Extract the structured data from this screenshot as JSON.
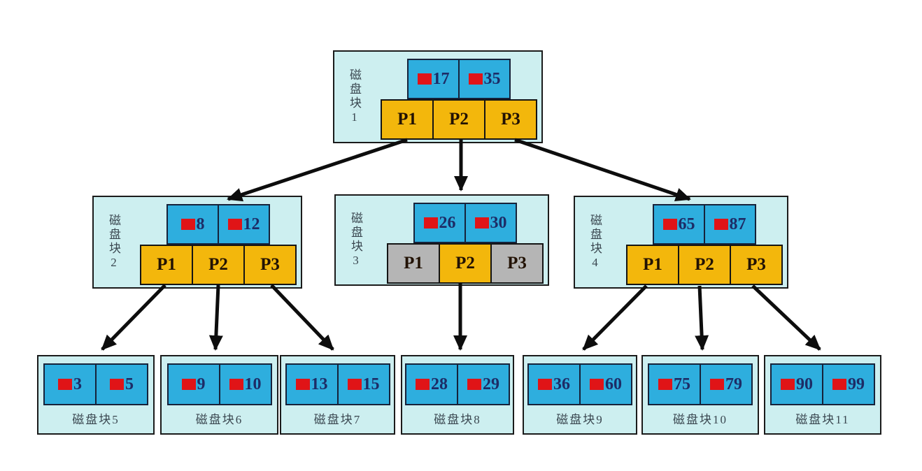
{
  "palette": {
    "node_background": "#cdeff0",
    "key_cell": "#2eaede",
    "pointer_active": "#f3b70c",
    "pointer_inactive": "#b5b5b5",
    "record_icon": "#e01417",
    "key_text": "#1d2c66",
    "arrow": "#0d0d0d"
  },
  "internal_nodes": [
    {
      "name": "磁盘块1",
      "keys": [
        "17",
        "35"
      ],
      "pointers": [
        {
          "label": "P1",
          "variant": "active"
        },
        {
          "label": "P2",
          "variant": "active"
        },
        {
          "label": "P3",
          "variant": "active"
        }
      ]
    },
    {
      "name": "磁盘块2",
      "keys": [
        "8",
        "12"
      ],
      "pointers": [
        {
          "label": "P1",
          "variant": "active"
        },
        {
          "label": "P2",
          "variant": "active"
        },
        {
          "label": "P3",
          "variant": "active"
        }
      ]
    },
    {
      "name": "磁盘块3",
      "keys": [
        "26",
        "30"
      ],
      "pointers": [
        {
          "label": "P1",
          "variant": "inactive"
        },
        {
          "label": "P2",
          "variant": "active"
        },
        {
          "label": "P3",
          "variant": "inactive"
        }
      ]
    },
    {
      "name": "磁盘块4",
      "keys": [
        "65",
        "87"
      ],
      "pointers": [
        {
          "label": "P1",
          "variant": "active"
        },
        {
          "label": "P2",
          "variant": "active"
        },
        {
          "label": "P3",
          "variant": "active"
        }
      ]
    }
  ],
  "leaf_nodes": [
    {
      "name": "磁盘块5",
      "keys": [
        "3",
        "5"
      ]
    },
    {
      "name": "磁盘块6",
      "keys": [
        "9",
        "10"
      ]
    },
    {
      "name": "磁盘块7",
      "keys": [
        "13",
        "15"
      ]
    },
    {
      "name": "磁盘块8",
      "keys": [
        "28",
        "29"
      ]
    },
    {
      "name": "磁盘块9",
      "keys": [
        "36",
        "60"
      ]
    },
    {
      "name": "磁盘块10",
      "keys": [
        "75",
        "79"
      ]
    },
    {
      "name": "磁盘块11",
      "keys": [
        "90",
        "99"
      ]
    }
  ]
}
